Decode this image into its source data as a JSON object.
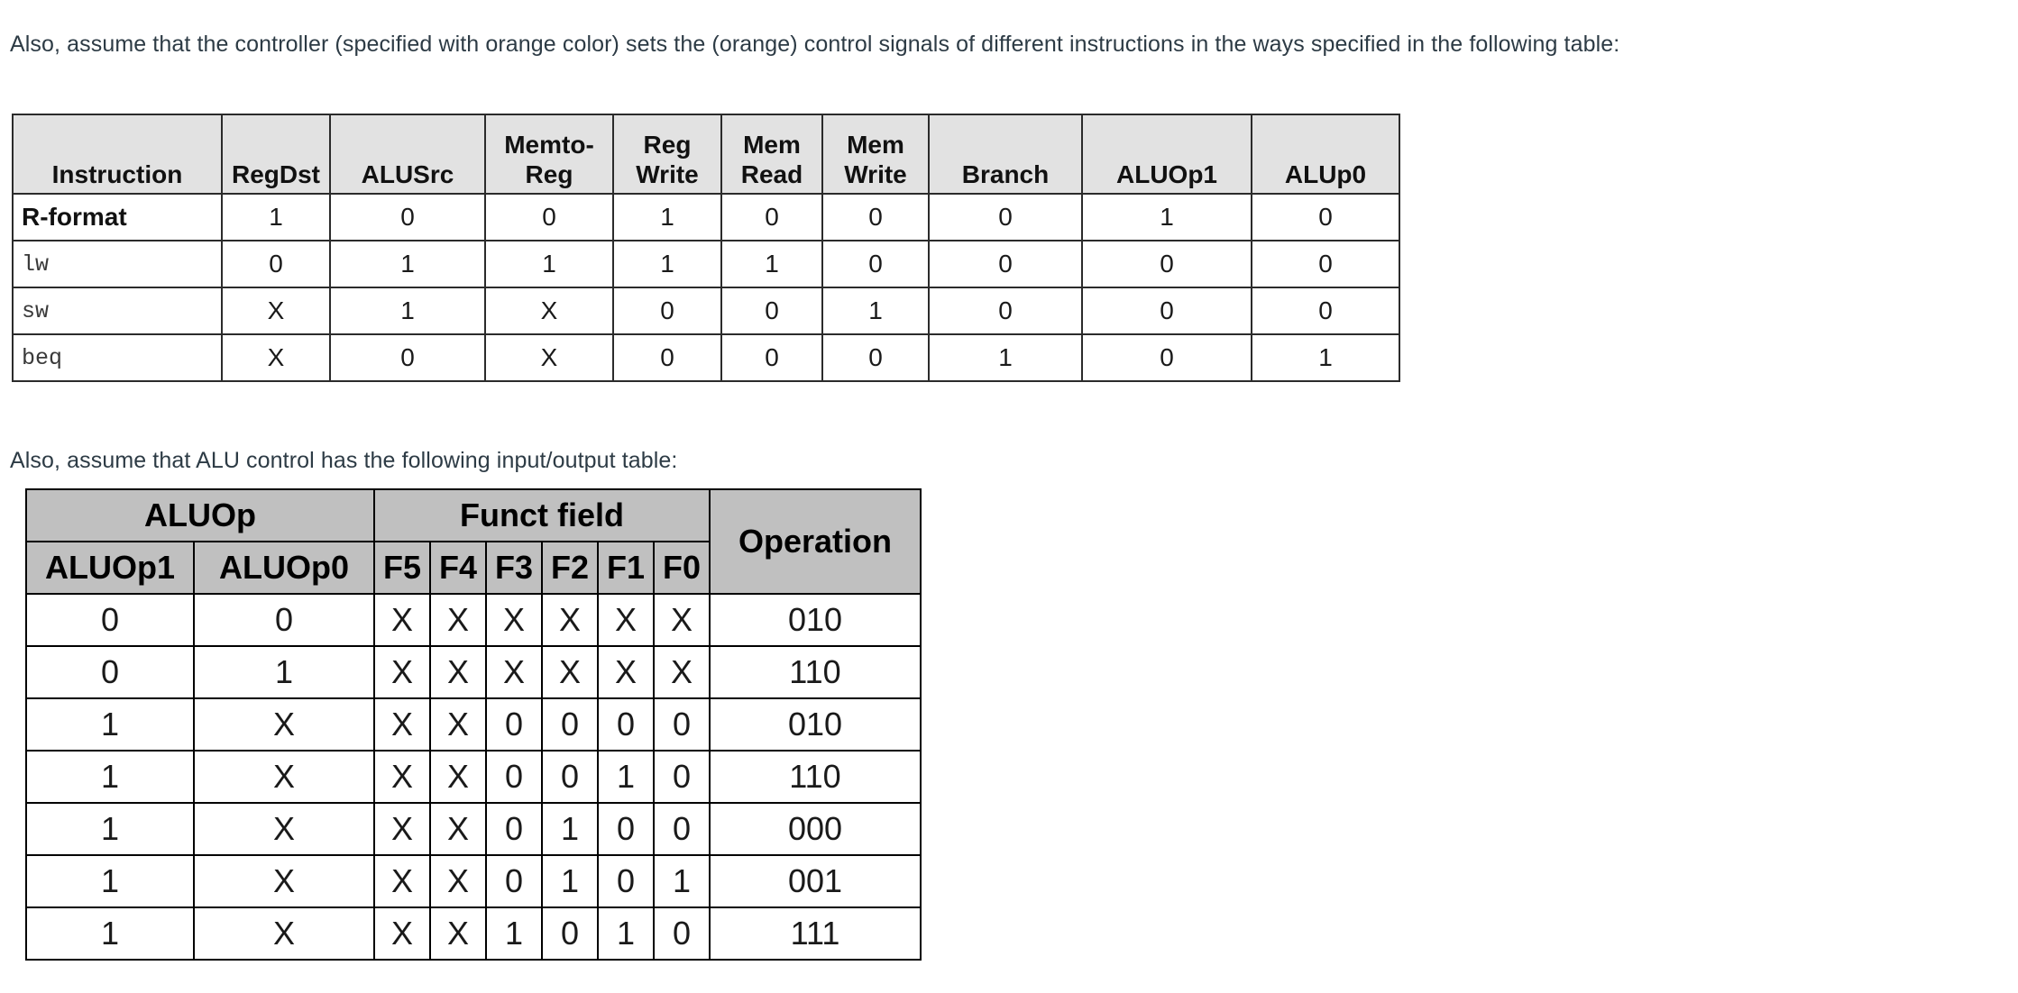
{
  "intro_paragraph": "Also, assume that the controller (specified with orange color) sets the (orange) control signals of different instructions in the ways specified in the following table:",
  "alu_paragraph": "Also, assume that ALU control has the following input/output table:",
  "control_signal_table": {
    "headers": [
      "Instruction",
      "RegDst",
      "ALUSrc",
      "Memto-\nReg",
      "Reg\nWrite",
      "Mem\nRead",
      "Mem\nWrite",
      "Branch",
      "ALUOp1",
      "ALUp0"
    ],
    "header_lines": [
      [
        "",
        "Instruction"
      ],
      [
        "",
        "RegDst"
      ],
      [
        "",
        "ALUSrc"
      ],
      [
        "Memto-",
        "Reg"
      ],
      [
        "Reg",
        "Write"
      ],
      [
        "Mem",
        "Read"
      ],
      [
        "Mem",
        "Write"
      ],
      [
        "",
        "Branch"
      ],
      [
        "",
        "ALUOp1"
      ],
      [
        "",
        "ALUp0"
      ]
    ],
    "rows": [
      {
        "instruction": "R-format",
        "font": "sans",
        "values": [
          "1",
          "0",
          "0",
          "1",
          "0",
          "0",
          "0",
          "1",
          "0"
        ]
      },
      {
        "instruction": "lw",
        "font": "mono",
        "values": [
          "0",
          "1",
          "1",
          "1",
          "1",
          "0",
          "0",
          "0",
          "0"
        ]
      },
      {
        "instruction": "sw",
        "font": "mono",
        "values": [
          "X",
          "1",
          "X",
          "0",
          "0",
          "1",
          "0",
          "0",
          "0"
        ]
      },
      {
        "instruction": "beq",
        "font": "mono",
        "values": [
          "X",
          "0",
          "X",
          "0",
          "0",
          "0",
          "1",
          "0",
          "1"
        ]
      }
    ]
  },
  "alu_control_table": {
    "group_headers": [
      {
        "label": "ALUOp",
        "colspan": 2
      },
      {
        "label": "Funct field",
        "colspan": 6
      },
      {
        "label": "Operation",
        "colspan": 1,
        "rowspan": 2
      }
    ],
    "sub_headers": [
      "ALUOp1",
      "ALUOp0",
      "F5",
      "F4",
      "F3",
      "F2",
      "F1",
      "F0"
    ],
    "rows": [
      {
        "aluop1": "0",
        "aluop0": "0",
        "funct": [
          "X",
          "X",
          "X",
          "X",
          "X",
          "X"
        ],
        "operation": "010"
      },
      {
        "aluop1": "0",
        "aluop0": "1",
        "funct": [
          "X",
          "X",
          "X",
          "X",
          "X",
          "X"
        ],
        "operation": "110"
      },
      {
        "aluop1": "1",
        "aluop0": "X",
        "funct": [
          "X",
          "X",
          "0",
          "0",
          "0",
          "0"
        ],
        "operation": "010"
      },
      {
        "aluop1": "1",
        "aluop0": "X",
        "funct": [
          "X",
          "X",
          "0",
          "0",
          "1",
          "0"
        ],
        "operation": "110"
      },
      {
        "aluop1": "1",
        "aluop0": "X",
        "funct": [
          "X",
          "X",
          "0",
          "1",
          "0",
          "0"
        ],
        "operation": "000"
      },
      {
        "aluop1": "1",
        "aluop0": "X",
        "funct": [
          "X",
          "X",
          "0",
          "1",
          "0",
          "1"
        ],
        "operation": "001"
      },
      {
        "aluop1": "1",
        "aluop0": "X",
        "funct": [
          "X",
          "X",
          "1",
          "0",
          "1",
          "0"
        ],
        "operation": "111"
      }
    ]
  },
  "colors": {
    "text": "#2d3b45",
    "table1_header_bg": "#e2e2e2",
    "table2_header_bg": "#c0c0c0",
    "border": "#000000"
  }
}
